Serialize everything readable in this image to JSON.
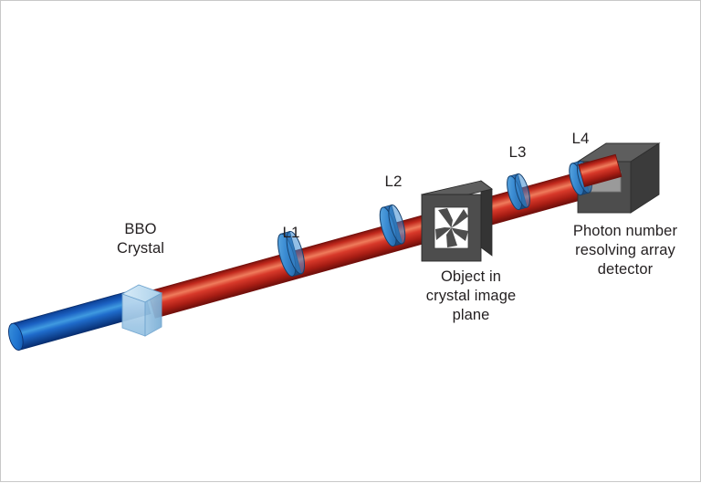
{
  "figure": {
    "kind": "optical-setup-diagram",
    "background_color": "#ffffff",
    "border_color": "#c8c8c8",
    "text_color": "#231f20"
  },
  "colors": {
    "pump_beam_blue_dark": "#0b3f96",
    "pump_beam_blue_mid": "#1560c8",
    "pump_beam_blue_light": "#3f9ae0",
    "signal_beam_red_dark": "#8d1510",
    "signal_beam_red_mid": "#d8392a",
    "signal_beam_red_light": "#f07a5a",
    "lens_blue": "#3f8fd4",
    "lens_blue_dark": "#1d4f86",
    "crystal_blue": "#a9cfec",
    "crystal_blue_dark": "#7fb2da",
    "plate_gray": "#4d4d4d",
    "plate_gray_dark": "#333333",
    "plate_gray_light": "#5e5e5e",
    "detector_gray": "#4d4d4d",
    "detector_gray_top": "#5e5e5e",
    "detector_gray_side": "#3b3b3b",
    "detector_window": "#9a9a9a",
    "aperture_white": "#ffffff"
  },
  "components": [
    {
      "id": "pump-beam",
      "type": "beam",
      "label": "",
      "color": "blue",
      "description": "pump laser beam entering from left"
    },
    {
      "id": "bbo-crystal",
      "type": "crystal",
      "label": "BBO\nCrystal"
    },
    {
      "id": "signal-beam",
      "type": "beam",
      "label": "",
      "color": "red",
      "description": "down-converted signal beam"
    },
    {
      "id": "lens-1",
      "type": "lens",
      "label": "L1"
    },
    {
      "id": "lens-2",
      "type": "lens",
      "label": "L2"
    },
    {
      "id": "object-mask",
      "type": "object-plate",
      "label": "Object in\ncrystal image\nplane"
    },
    {
      "id": "lens-3",
      "type": "lens",
      "label": "L3"
    },
    {
      "id": "lens-4",
      "type": "lens",
      "label": "L4"
    },
    {
      "id": "detector",
      "type": "detector",
      "label": "Photon number\nresolving array\ndetector"
    }
  ],
  "labels": {
    "bbo_crystal": "BBO\nCrystal",
    "lens_1": "L1",
    "lens_2": "L2",
    "lens_3": "L3",
    "lens_4": "L4",
    "object": "Object in\ncrystal image\nplane",
    "detector": "Photon number\nresolving array\ndetector"
  }
}
